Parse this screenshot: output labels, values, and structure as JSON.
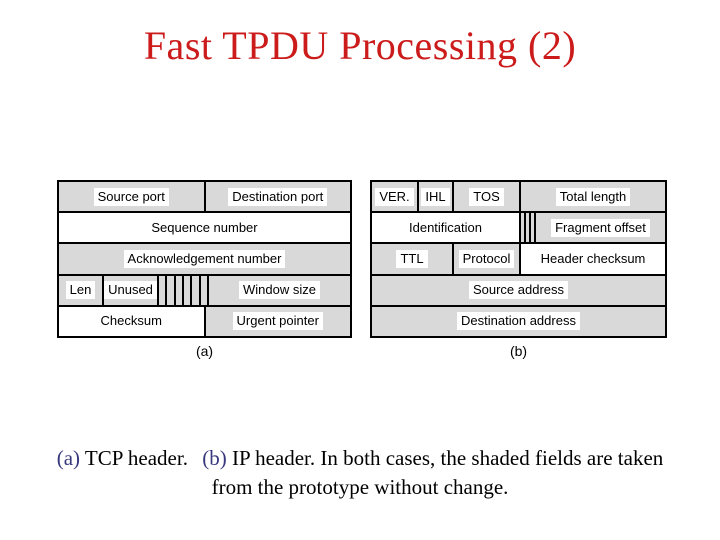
{
  "title": "Fast TPDU Processing (2)",
  "colors": {
    "title_red": "#cc1b1b",
    "caption_ref_navy": "#38387f",
    "shaded_gray": "#d9d9d9",
    "border": "#000000"
  },
  "tcp": {
    "label": "(a)",
    "source_port": "Source port",
    "destination_port": "Destination port",
    "sequence_number": "Sequence number",
    "acknowledgement_number": "Acknowledgement number",
    "len": "Len",
    "unused": "Unused",
    "window_size": "Window size",
    "checksum": "Checksum",
    "urgent_pointer": "Urgent pointer",
    "flag_bit_cells": 6
  },
  "ip": {
    "label": "(b)",
    "version": "VER.",
    "ihl": "IHL",
    "tos": "TOS",
    "total_length": "Total length",
    "identification": "Identification",
    "fragment_offset": "Fragment offset",
    "ttl": "TTL",
    "protocol": "Protocol",
    "header_checksum": "Header checksum",
    "source_address": "Source address",
    "destination_address": "Destination address",
    "flag_bit_cells": 3
  },
  "caption": {
    "ref_a": "(a)",
    "text_a": "TCP header.",
    "ref_b": "(b)",
    "text_b": "IP header. In both cases, the shaded fields are taken",
    "line2": "from the prototype without change."
  }
}
